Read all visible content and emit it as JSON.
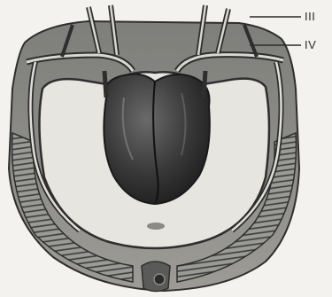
{
  "labels": [
    {
      "id": "iii",
      "text": "III"
    },
    {
      "id": "iv",
      "text": "IV"
    }
  ],
  "colors": {
    "background": "#f3f2ee",
    "outline": "#2e2e2e",
    "heart": "#3b3b3b",
    "wall": "#8c8c8c",
    "cavity": "#e6e5e0"
  }
}
